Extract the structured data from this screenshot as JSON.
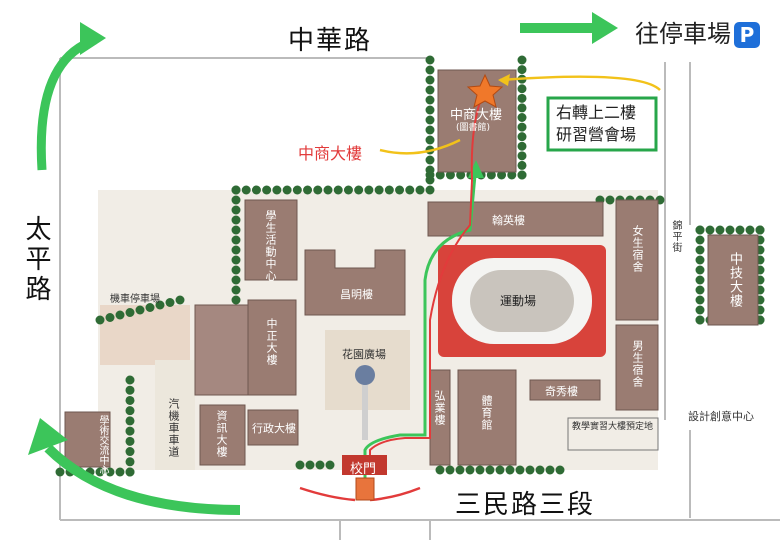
{
  "roads": {
    "north": "中華路",
    "west": "太平路",
    "south": "三民路三段",
    "east_small": "錦平街"
  },
  "parking_direction": {
    "text": "往停車場",
    "badge": "P"
  },
  "gate": "校門",
  "callout": {
    "building": "中商大樓",
    "note_line1": "右轉上二樓",
    "note_line2": "研習營會場"
  },
  "buildings": {
    "zhongshang": "中商大樓",
    "zhongshang_sub": "(圖書館)",
    "hanying": "翰英樓",
    "student_center": "學生活動中心",
    "changming": "昌明樓",
    "zhongzheng": "中正大樓",
    "flower_plaza": "花園廣場",
    "motor_parking": "機車停車場",
    "motor_lane": "汽機車車道",
    "info": "資訊大樓",
    "admin": "行政大樓",
    "academic": "學術交流中心",
    "hongye": "弘業樓",
    "gym": "體育館",
    "qixiu": "奇秀樓",
    "training": "教學實習大樓預定地",
    "field": "運動場",
    "girls_dorm": "女生宿舍",
    "boys_dorm": "男生宿舍",
    "zhongji": "中技大樓",
    "design": "設計創意中心"
  },
  "colors": {
    "green_arrow": "#3cc55a",
    "red_route": "#e23b3b",
    "yellow_callout": "#f2c21a",
    "building": "#9a7c72",
    "track": "#d8433b",
    "field": "#f4f4f2",
    "tree": "#2f6b35",
    "star": "#f0782a",
    "note_border": "#27a64a",
    "parking_badge": "#1e6fd9"
  }
}
